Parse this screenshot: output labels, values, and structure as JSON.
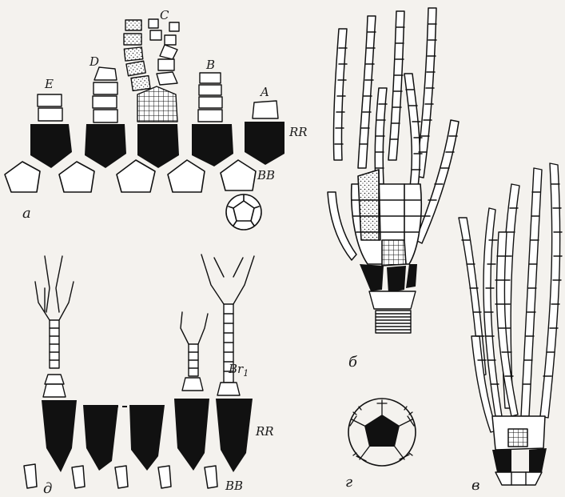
{
  "figure": {
    "panel_labels": {
      "a": "а",
      "b": "б",
      "v": "в",
      "g": "г",
      "d": "д"
    },
    "arm_labels": {
      "A": "A",
      "B": "B",
      "C": "C",
      "D": "D",
      "E": "E"
    },
    "plate_labels": {
      "rr_top": "RR",
      "bb_top": "BB",
      "br1": "Br",
      "br1_sub": "1",
      "rr_bottom": "RR",
      "bb_bottom": "BB"
    },
    "colors": {
      "ink": "#111111",
      "paper": "#f4f2ee"
    }
  }
}
